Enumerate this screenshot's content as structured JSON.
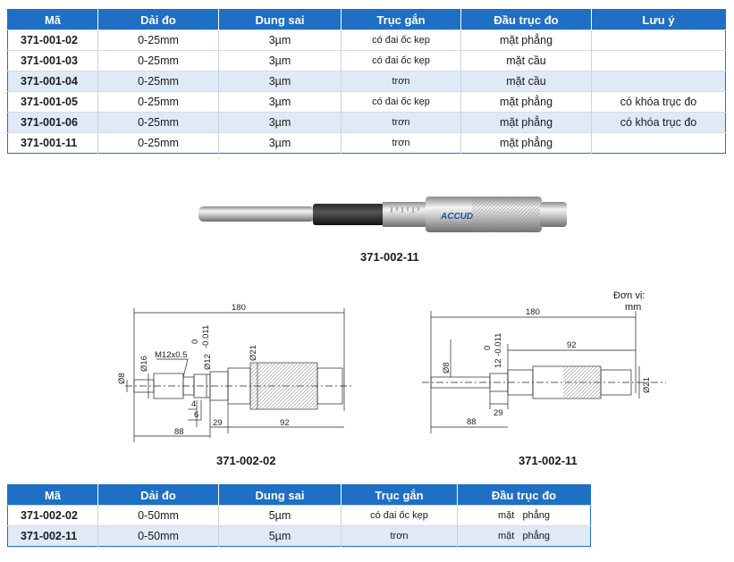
{
  "table1": {
    "headers": [
      "Mã",
      "Dải đo",
      "Dung sai",
      "Trục gắn",
      "Đầu trục đo",
      "Lưu ý"
    ],
    "rows": [
      [
        "371-001-02",
        "0-25mm",
        "3µm",
        "có đai ốc kẹp",
        "mặt phẳng",
        ""
      ],
      [
        "371-001-03",
        "0-25mm",
        "3µm",
        "có đai ốc kẹp",
        "mặt cầu",
        ""
      ],
      [
        "371-001-04",
        "0-25mm",
        "3µm",
        "trơn",
        "mặt cầu",
        ""
      ],
      [
        "371-001-05",
        "0-25mm",
        "3µm",
        "có đai ốc kẹp",
        "mặt phẳng",
        "có khóa trục đo"
      ],
      [
        "371-001-06",
        "0-25mm",
        "3µm",
        "trơn",
        "mặt phẳng",
        "có khóa trục đo"
      ],
      [
        "371-001-11",
        "0-25mm",
        "3µm",
        "trơn",
        "mặt phẳng",
        ""
      ]
    ]
  },
  "photo": {
    "brand": "ACCUD",
    "caption": "371-002-11"
  },
  "drawing_left": {
    "caption": "371-002-02",
    "dims": {
      "overall": "180",
      "d8": "Ø8",
      "d16": "Ø16",
      "thread": "M12x0.5",
      "tol_top": "0",
      "tol_bottom": "-0.011",
      "d12": "Ø12",
      "d21": "Ø21",
      "len4": "4",
      "len6": "6",
      "len29": "29",
      "len92": "92",
      "len88": "88"
    }
  },
  "drawing_right": {
    "caption": "371-002-11",
    "unit_label": "Đơn vị:",
    "unit": "mm",
    "dims": {
      "overall": "180",
      "len92": "92",
      "tol_top": "0",
      "tol_bottom": "12 -0.011",
      "d8": "Ø8",
      "d21": "Ø21",
      "len29": "29",
      "len88": "88"
    }
  },
  "table2": {
    "headers": [
      "Mã",
      "Dải đo",
      "Dung sai",
      "Trục gắn",
      "Đầu trục đo"
    ],
    "rows": [
      [
        "371-002-02",
        "0-50mm",
        "5µm",
        "có đai ốc kẹp",
        "mặt   phẳng"
      ],
      [
        "371-002-11",
        "0-50mm",
        "5µm",
        "trơn",
        "mặt   phẳng"
      ]
    ]
  }
}
